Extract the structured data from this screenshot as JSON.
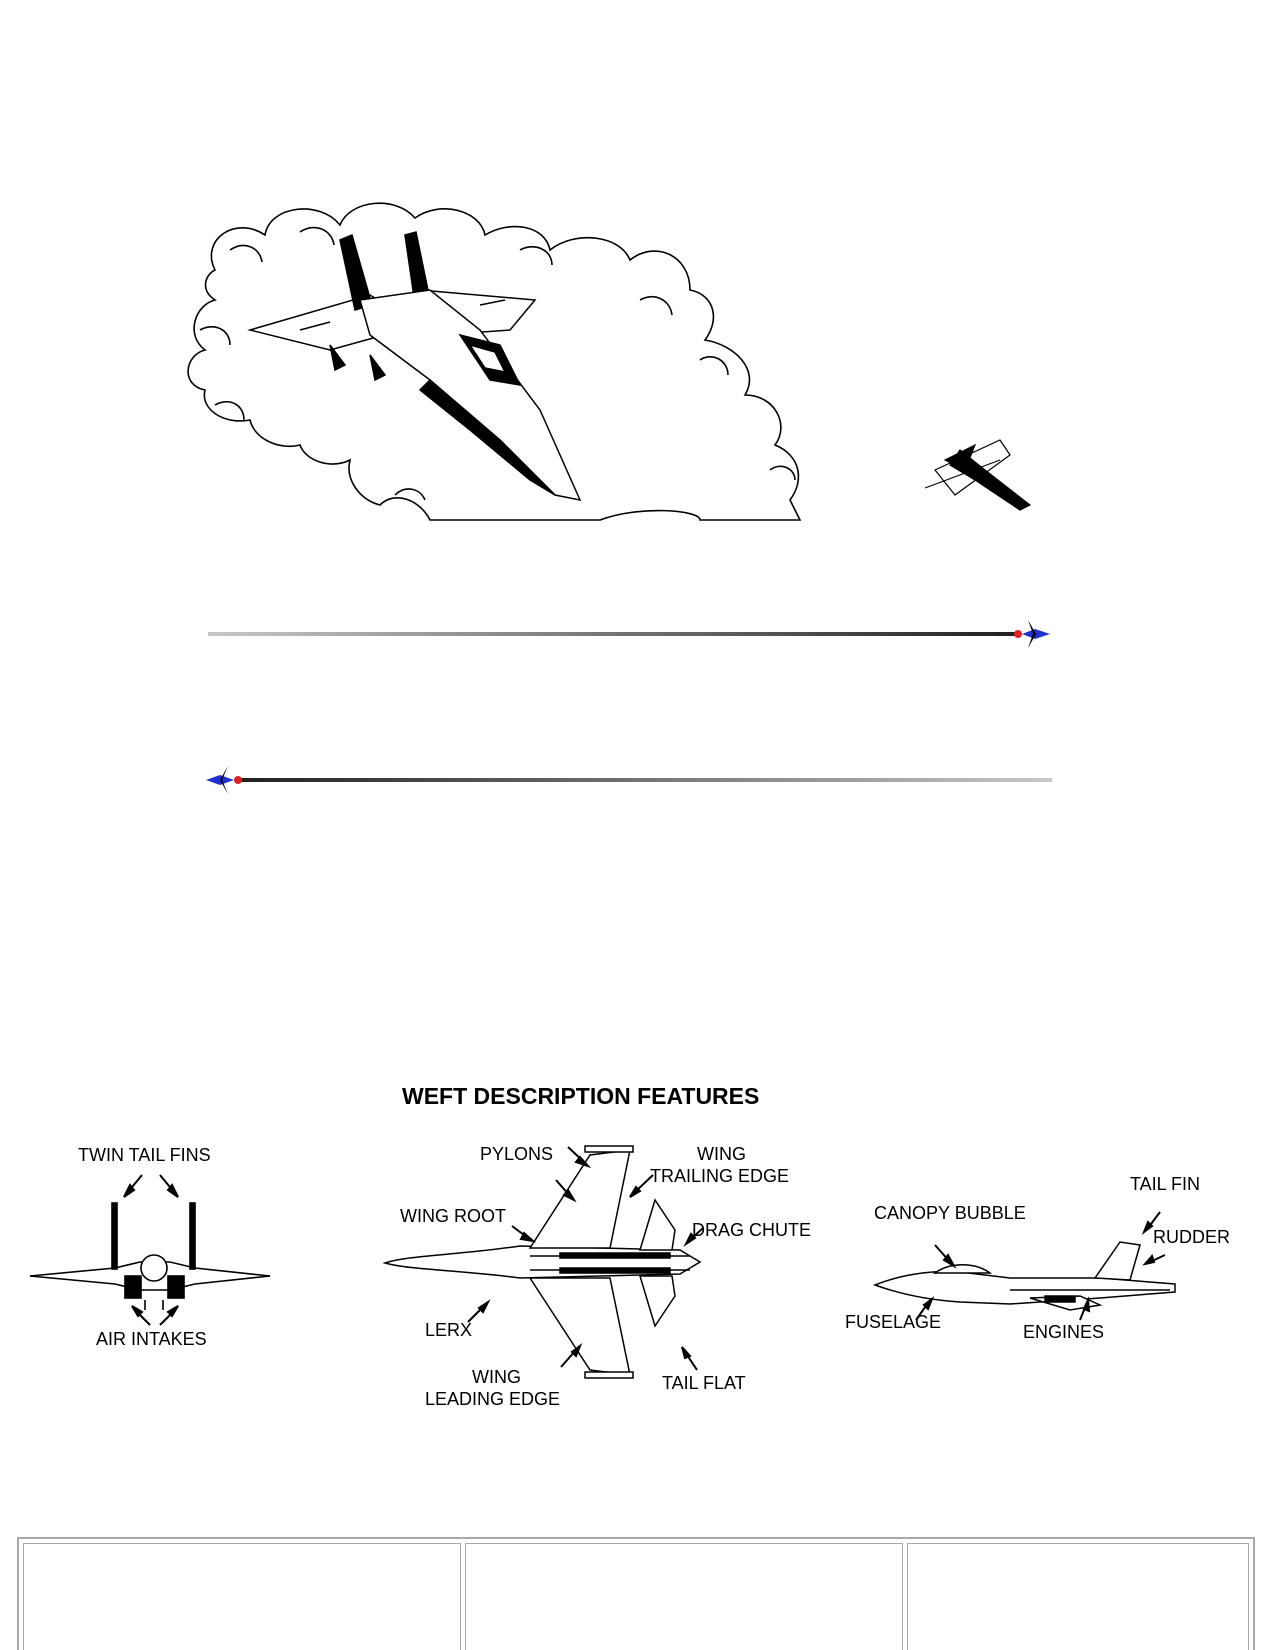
{
  "illustration": {
    "icons": [
      "cloud-icon",
      "fighter-jet-icon",
      "small-jet-icon",
      "jet-arrow-icon"
    ]
  },
  "features": {
    "title": "WEFT DESCRIPTION FEATURES",
    "front_view": {
      "twin_tail_fins": "TWIN TAIL FINS",
      "air_intakes": "AIR INTAKES"
    },
    "top_view": {
      "pylons": "PYLONS",
      "wing_trailing_edge_1": "WING",
      "wing_trailing_edge_2": "TRAILING EDGE",
      "wing_root": "WING ROOT",
      "drag_chute": "DRAG CHUTE",
      "lerx": "LERX",
      "wing_leading_edge_1": "WING",
      "wing_leading_edge_2": "LEADING EDGE",
      "tail_flat": "TAIL FLAT"
    },
    "side_view": {
      "tail_fin": "TAIL FIN",
      "canopy_bubble": "CANOPY BUBBLE",
      "rudder": "RUDDER",
      "fuselage": "FUSELAGE",
      "engines": "ENGINES"
    }
  },
  "colors": {
    "accent_red": "#e02020",
    "accent_blue": "#1f2fd0",
    "table_border": "#a9a9a9"
  }
}
